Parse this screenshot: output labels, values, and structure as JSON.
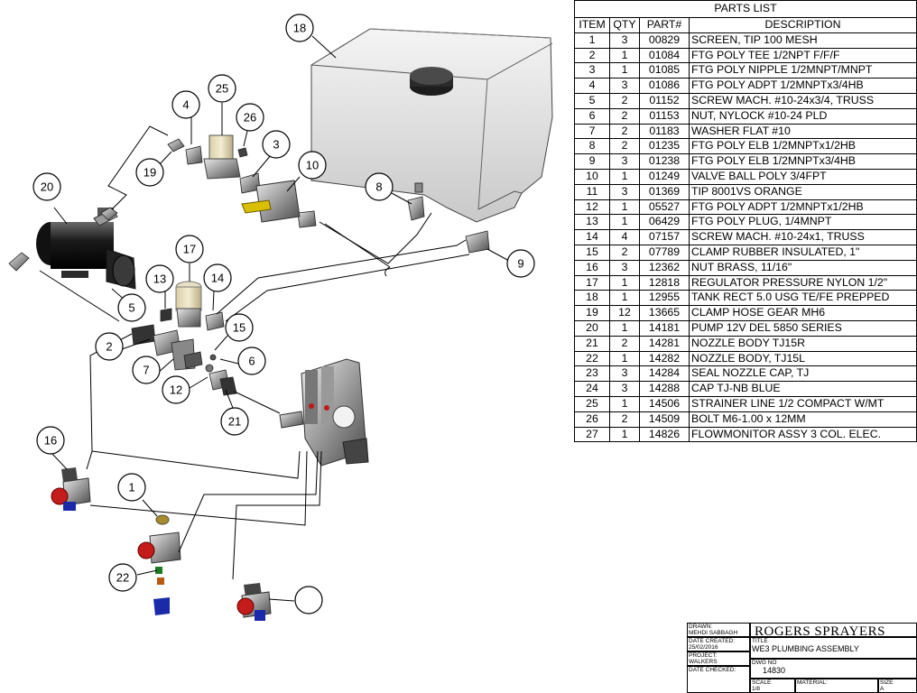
{
  "parts_list": {
    "title": "PARTS LIST",
    "headers": [
      "ITEM",
      "QTY",
      "PART#",
      "DESCRIPTION"
    ],
    "rows": [
      [
        "1",
        "3",
        "00829",
        "SCREEN, TIP 100 MESH"
      ],
      [
        "2",
        "1",
        "01084",
        "FTG POLY TEE 1/2NPT F/F/F"
      ],
      [
        "3",
        "1",
        "01085",
        "FTG POLY NIPPLE 1/2MNPT/MNPT"
      ],
      [
        "4",
        "3",
        "01086",
        "FTG POLY ADPT 1/2MNPTx3/4HB"
      ],
      [
        "5",
        "2",
        "01152",
        "SCREW MACH. #10-24x3/4, TRUSS"
      ],
      [
        "6",
        "2",
        "01153",
        "NUT, NYLOCK #10-24 PLD"
      ],
      [
        "7",
        "2",
        "01183",
        "WASHER FLAT #10"
      ],
      [
        "8",
        "2",
        "01235",
        "FTG POLY ELB 1/2MNPTx1/2HB"
      ],
      [
        "9",
        "3",
        "01238",
        "FTG POLY ELB 1/2MNPTx3/4HB"
      ],
      [
        "10",
        "1",
        "01249",
        "VALVE BALL POLY 3/4FPT"
      ],
      [
        "11",
        "3",
        "01369",
        "TIP 8001VS ORANGE"
      ],
      [
        "12",
        "1",
        "05527",
        "FTG POLY ADPT 1/2MNPTx1/2HB"
      ],
      [
        "13",
        "1",
        "06429",
        "FTG POLY PLUG, 1/4MNPT"
      ],
      [
        "14",
        "4",
        "07157",
        "SCREW MACH. #10-24x1, TRUSS"
      ],
      [
        "15",
        "2",
        "07789",
        "CLAMP RUBBER INSULATED, 1\""
      ],
      [
        "16",
        "3",
        "12362",
        "NUT BRASS, 11/16\""
      ],
      [
        "17",
        "1",
        "12818",
        "REGULATOR PRESSURE NYLON 1/2\""
      ],
      [
        "18",
        "1",
        "12955",
        "TANK RECT 5.0 USG TE/FE PREPPED"
      ],
      [
        "19",
        "12",
        "13665",
        "CLAMP HOSE GEAR MH6"
      ],
      [
        "20",
        "1",
        "14181",
        "PUMP 12V DEL 5850 SERIES"
      ],
      [
        "21",
        "2",
        "14281",
        "NOZZLE BODY TJ15R"
      ],
      [
        "22",
        "1",
        "14282",
        "NOZZLE BODY, TJ15L"
      ],
      [
        "23",
        "3",
        "14284",
        "SEAL NOZZLE CAP, TJ"
      ],
      [
        "24",
        "3",
        "14288",
        "CAP TJ-NB BLUE"
      ],
      [
        "25",
        "1",
        "14506",
        "STRAINER LINE 1/2 COMPACT W/MT"
      ],
      [
        "26",
        "2",
        "14509",
        "BOLT M6-1.00 x 12MM"
      ],
      [
        "27",
        "1",
        "14826",
        "FLOWMONITOR ASSY 3 COL. ELEC."
      ]
    ]
  },
  "callouts": [
    "18",
    "25",
    "4",
    "26",
    "3",
    "10",
    "19",
    "20",
    "8",
    "9",
    "17",
    "13",
    "14",
    "5",
    "15",
    "2",
    "7",
    "6",
    "12",
    "21",
    "16",
    "1",
    "22"
  ],
  "title_block": {
    "drawn_label": "DRAWN:",
    "drawn_by": "MEHDI SABBAGH",
    "company": "ROGERS SPRAYERS INC.",
    "date_created_label": "DATE CREATED:",
    "date_created": "25/02/2016",
    "title_label": "TITLE",
    "title": "WE3 PLUMBING ASSEMBLY",
    "project_label": "PROJECT:",
    "project": "WALKERS",
    "dwg_no_label": "DWG NO",
    "dwg_no": "14830",
    "date_checked_label": "DATE CHECKED:",
    "scale_label": "SCALE",
    "scale": "1/8",
    "material_label": "MATERIAL:",
    "size_label": "SIZE",
    "size": "A"
  }
}
